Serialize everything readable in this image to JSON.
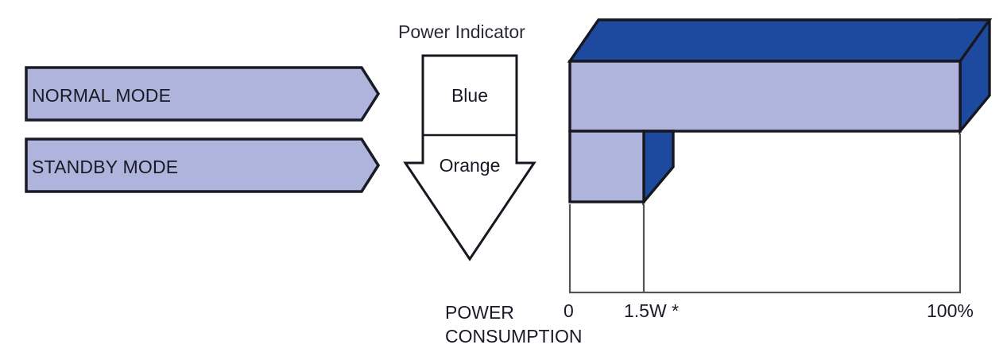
{
  "diagram": {
    "title_hidden": "",
    "modes": [
      {
        "label": "NORMAL MODE",
        "name": "normal-mode"
      },
      {
        "label": "STANDBY MODE",
        "name": "standby-mode"
      }
    ],
    "power_indicator": {
      "title": "Power Indicator",
      "segments": [
        {
          "label": "Blue",
          "name": "indicator-blue"
        },
        {
          "label": "Orange",
          "name": "indicator-orange"
        }
      ]
    },
    "axis": {
      "caption_line1": "POWER",
      "caption_line2": "CONSUMPTION",
      "ticks": [
        {
          "label": "0",
          "name": "axis-tick-zero"
        },
        {
          "label": "1.5W *",
          "name": "axis-tick-standby"
        },
        {
          "label": "100%",
          "name": "axis-tick-full"
        }
      ]
    },
    "colors": {
      "fill_light": "#afb4dc",
      "fill_blue": "#1d4a9e",
      "outline": "#1a1a26",
      "axis_line": "#5a5a5a",
      "text": "#1a1a26"
    }
  },
  "chart_data": {
    "type": "bar",
    "title": "Power Consumption by Mode",
    "categories": [
      "NORMAL MODE",
      "STANDBY MODE"
    ],
    "values": [
      100,
      1.5
    ],
    "value_labels": [
      "100%",
      "1.5W *"
    ],
    "xlabel": "POWER CONSUMPTION",
    "ylabel": "",
    "xlim": [
      0,
      100
    ],
    "tick_labels": [
      "0",
      "1.5W *",
      "100%"
    ],
    "grid": false,
    "legend": [
      "Blue",
      "Orange"
    ],
    "annotations": [
      "Power Indicator"
    ]
  }
}
